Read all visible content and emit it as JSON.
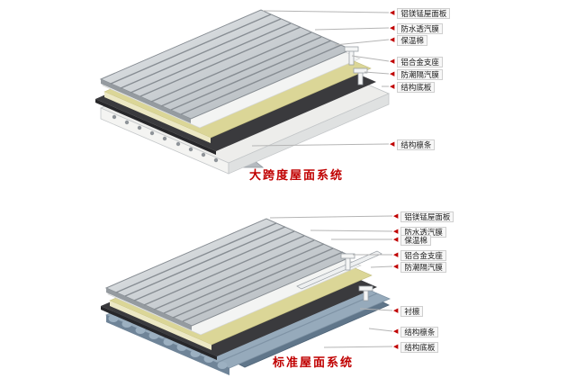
{
  "colors": {
    "title": "#c00000",
    "arrow": "#c00000",
    "label_text": "#222222",
    "leader_line": "#b5b5b5",
    "metal_panel": "#c9ced2",
    "insulation": "#dbd697",
    "vapor_barrier": "#3a3a3d",
    "deck": "#ededeb",
    "corrugated_deck": "#96aabb"
  },
  "diagrams": [
    {
      "id": "large-span-roof-system",
      "title": "大跨度屋面系统",
      "labels": [
        "铝镁锰屋面板",
        "防水透汽膜",
        "保温棉",
        "铝合金支座",
        "防潮隔汽膜",
        "结构底板",
        "结构檩条"
      ]
    },
    {
      "id": "standard-roof-system",
      "title": "标准屋面系统",
      "labels": [
        "铝镁锰屋面板",
        "防水透汽膜",
        "保温棉",
        "铝合金支座",
        "防潮隔汽膜",
        "衬檩",
        "结构檩条",
        "结构底板"
      ]
    }
  ]
}
